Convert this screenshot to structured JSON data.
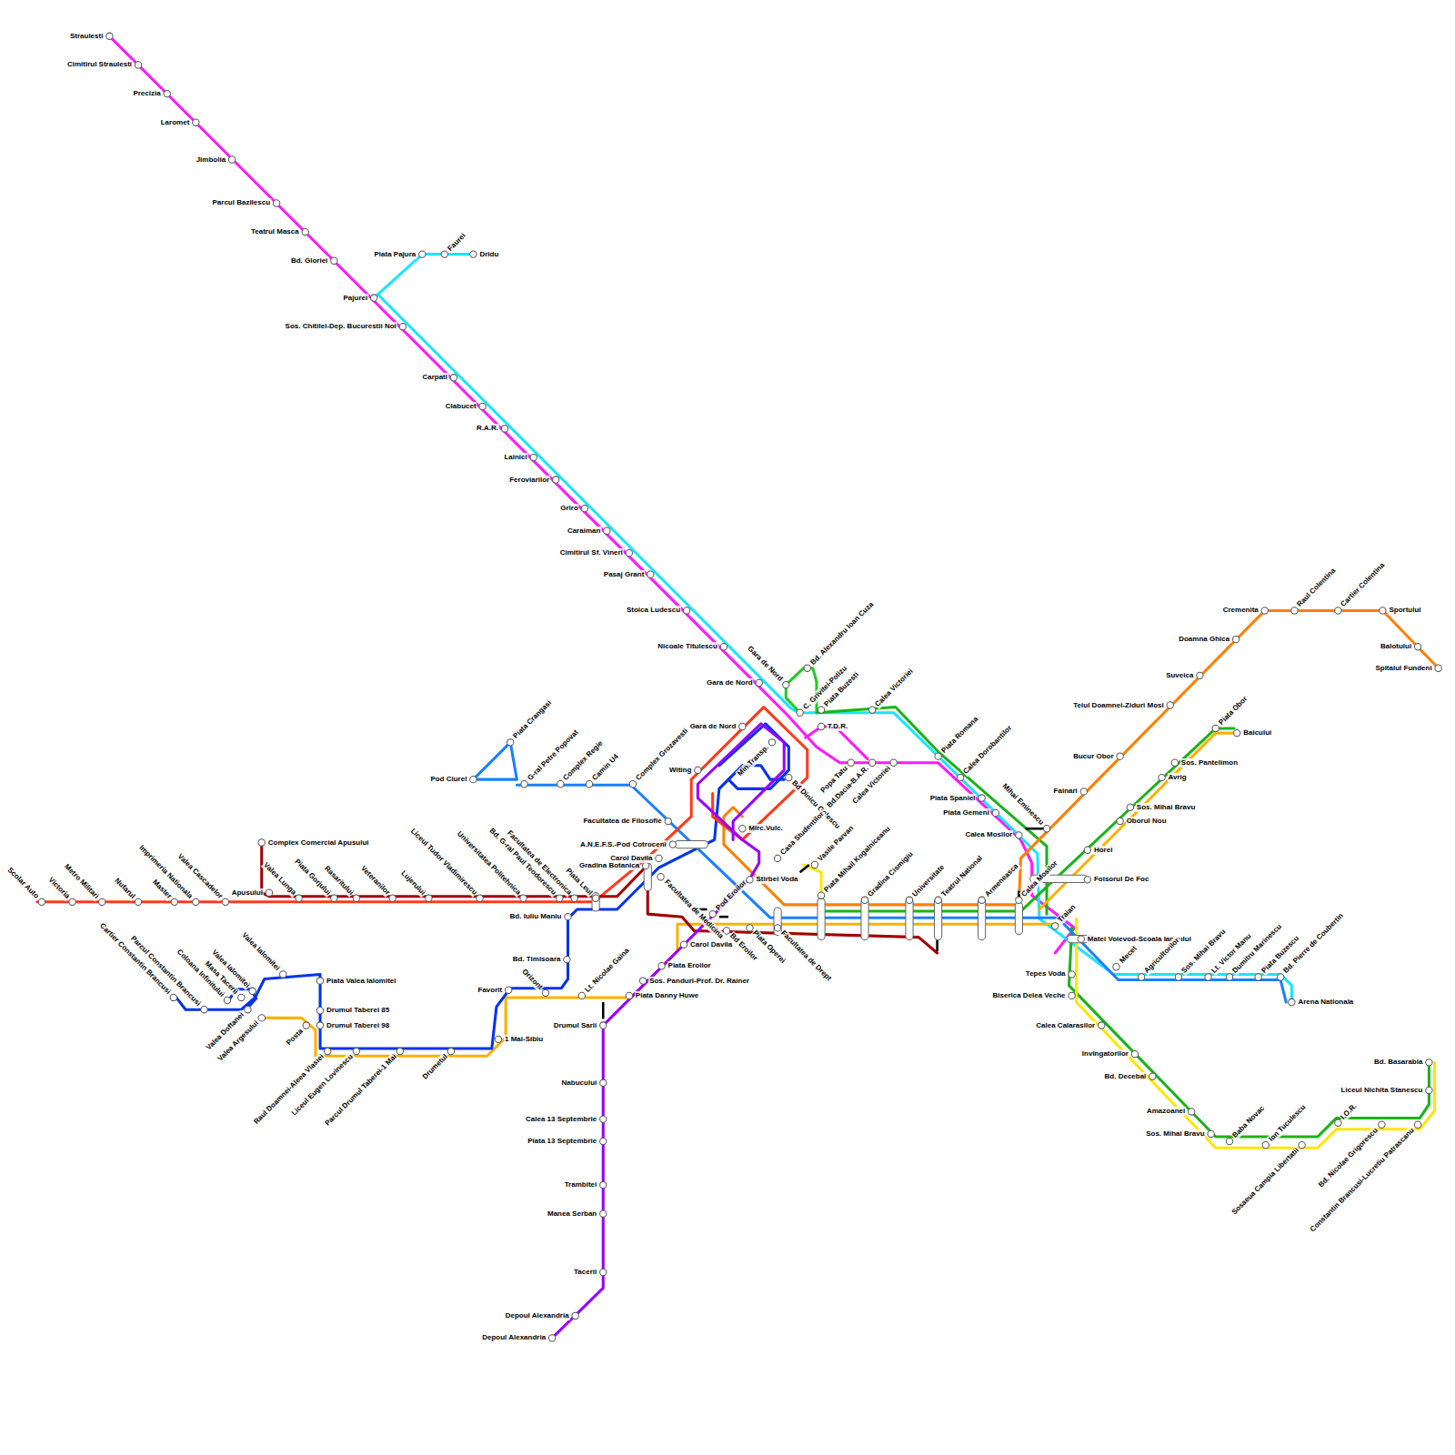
{
  "diagram": {
    "labels": [
      "Straulesti",
      "Cimitirul Straulesti",
      "Precizia",
      "Laromet",
      "Jimbolia",
      "Parcul Bazilescu",
      "Teatrul Masca",
      "Bd. Gloriei",
      "Pajurei",
      "Sos. Chitilei-Dep. Bucurestii Noi",
      "Piata Pajura",
      "Faurei",
      "Dridu",
      "Carpati",
      "Clabucet",
      "R.A.R.",
      "Lainici",
      "Feroviarilor",
      "Griro",
      "Caraiman",
      "Cimitirul Sf. Vineri",
      "Pasaj Grant",
      "Stoica Ludescu",
      "Nicoale Titulescu",
      "Gara de Nord",
      "Gara de Nord",
      "Bd. Alexandru Ioan Cuza",
      "C. Grivitei-Polizu",
      "Piata Buzesti",
      "Calea Victoriei",
      "Cremenita",
      "Raul Colentina",
      "Cartier Colentina",
      "Sportului",
      "Doamna Ghica",
      "Balotului",
      "Spitalul Fundeni",
      "Suveica",
      "Teiul Doamnei-Ziduri Mosi",
      "Gara de Nord",
      "T.D.R.",
      "Piata Obor",
      "Baicului",
      "Piata Crangasi",
      "Min.Transp.",
      "Piata Romana",
      "Bucur Obor",
      "Popa Tatu",
      "Bd.Dacia-B.A.R.",
      "Calea Victoriei",
      "Sos. Pantelimon",
      "Witing",
      "Calea Dorobantilor",
      "Avrig",
      "Pod Ciurel",
      "G-ral Petre Popovat",
      "Complex Regie",
      "Camin U4",
      "Complex Grozavesti",
      "Bd Dinicu Golescu",
      "Fainari",
      "Piata Spaniei",
      "Sos. Mihai Bravu",
      "Piata Gemeni",
      "Facultatea de Filosofie",
      "Oborul Nou",
      "Mihai Eminescu",
      "Mirc.Vulc.",
      "Calea Mosilor",
      "Complex Comercial Apusului",
      "A.N.E.F.S.-Pod Cotroceni",
      "Horei",
      "Carol Davila",
      "Casa Studentilor",
      "Vasile Parvan",
      "Gradina Botanica",
      "Facultatea de Medicina",
      "Foisorul De Foc",
      "Stirbei Voda",
      "Piata Mihail Kogalniceanu",
      "Gradina Cismigiu",
      "Universitate",
      "Teatrul National",
      "Armeneasca",
      "Calea Mosilor",
      "Scolar Auto",
      "Victoria",
      "Metro Militari",
      "Nufarul",
      "Master",
      "Imprimeria Nationala",
      "Valea Cascadelor",
      "Apusului",
      "Valea Lunga",
      "Piata Gorjului",
      "Rasaritului",
      "Veteranilor",
      "Lujerului",
      "Liceul Tudor Vladimirescu",
      "Universitatea Politehnica",
      "Bd. G-ral Paul Teodorescu",
      "Facultatea de Electronica",
      "Piata Leul",
      "Pod Eroilor",
      "Bd. Iuliu Maniu",
      "Traian",
      "Bd Eroilor",
      "Piata Operei",
      "Facultatea de Drept",
      "Matei Voievod-Scoala Iancului",
      "Carol Davila",
      "Bd. Timisoara",
      "Piata Eroilor",
      "Mecet",
      "Tepes Voda",
      "Valea Ialomitei",
      "Agricultorilor",
      "Sos. Mihai Bravu",
      "Lt. Victor Manu",
      "Dumitru Marinescu",
      "Piata Buzescu",
      "Bd. Pierre de Coubertin",
      "Piata Valea Ialomitei",
      "Sos. Panduri-Prof. Dr. Rainer",
      "Favorit",
      "Valea Ialomitei",
      "Orizont",
      "Lt. Nicolae Gaina",
      "Piata Danny Huwe",
      "Biserica Delea Veche",
      "Masa Tacerii",
      "Cartier Constantin Brancusi",
      "Coloana Infinitului",
      "Parcul Constantin Brancusi",
      "Arena Nationala",
      "Valea Doftanei",
      "Drumul Taberei 85",
      "Valea Argesului",
      "Drumul Sarii",
      "Posta",
      "Drumul Taberei 98",
      "Calea Calarasilor",
      "1 Mai-Sibiu",
      "Raul Doamnei-Aleea Vlasiei",
      "Liceul Eugen Lovinescu",
      "Parcul Drumul Taberei-1 Mai",
      "Drumetul",
      "Invingatorilor",
      "Bd. Basarabia",
      "Bd. Decebal",
      "Nabucului",
      "Liceul Nichita Stanescu",
      "Amazoanei",
      "Calea 13 Septembrie",
      "I.O.R.",
      "Bd. Nicolae Grigorescu",
      "Constantin Brancusi-Lucretiu Patrascanu",
      "Sos. Mihai Bravu",
      "Baba Novac",
      "Piata 13 Septembrie",
      "Ion Tuculescu",
      "Sosaeua Campia Libertatii",
      "Trambitei",
      "Manea Serban",
      "Tacerii",
      "Depoul Alexandria",
      "Depoul Alexandria"
    ]
  }
}
